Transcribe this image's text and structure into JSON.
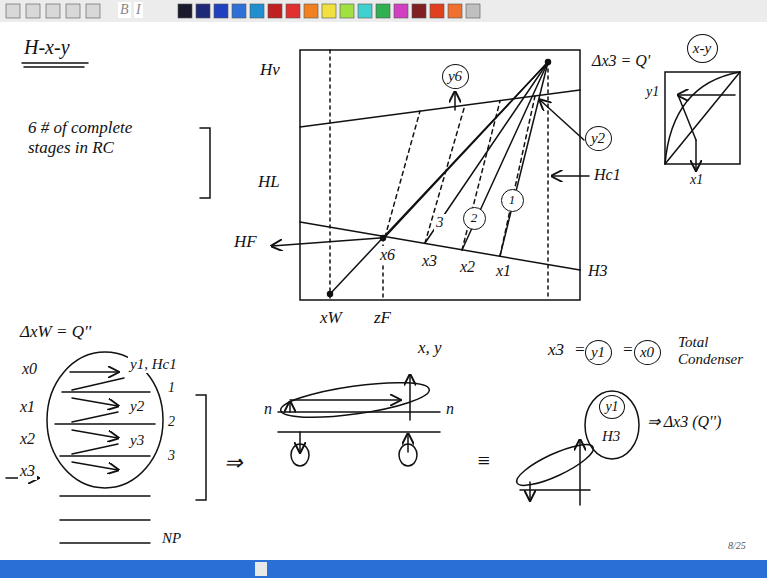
{
  "diagram": {
    "nodes": [
      {
        "text": [
          "x-y"
        ]
      },
      {
        "text": [
          "y6"
        ]
      },
      {
        "text": [
          "y2"
        ]
      },
      {
        "text": [
          "1"
        ]
      },
      {
        "text": [
          "2"
        ]
      },
      {
        "text": [
          "y1"
        ]
      },
      {
        "text": [
          "x0"
        ]
      },
      {
        "text": [
          "y1"
        ]
      }
    ],
    "labels": [
      "B",
      "I",
      "H-x-y",
      "6 # of complete stages in RC",
      "Hv",
      "HL",
      "HF",
      "Δx3 = Q'",
      "Hc1",
      "3",
      "x6",
      "x3",
      "x2",
      "x1",
      "H3",
      "y1",
      "x1",
      "xW",
      "zF",
      "x, y",
      "ΔxW = Q''",
      "x0",
      "x1",
      "x2",
      "x3",
      "y1, Hc1",
      "1",
      "y2",
      "2",
      "y3",
      "3",
      "NP",
      "n",
      "n",
      "⇒",
      "≡",
      "x3",
      "=",
      "=",
      "Total Condenser",
      "H3",
      "⇒ Δx3 (Q'')",
      "8/25"
    ]
  }
}
